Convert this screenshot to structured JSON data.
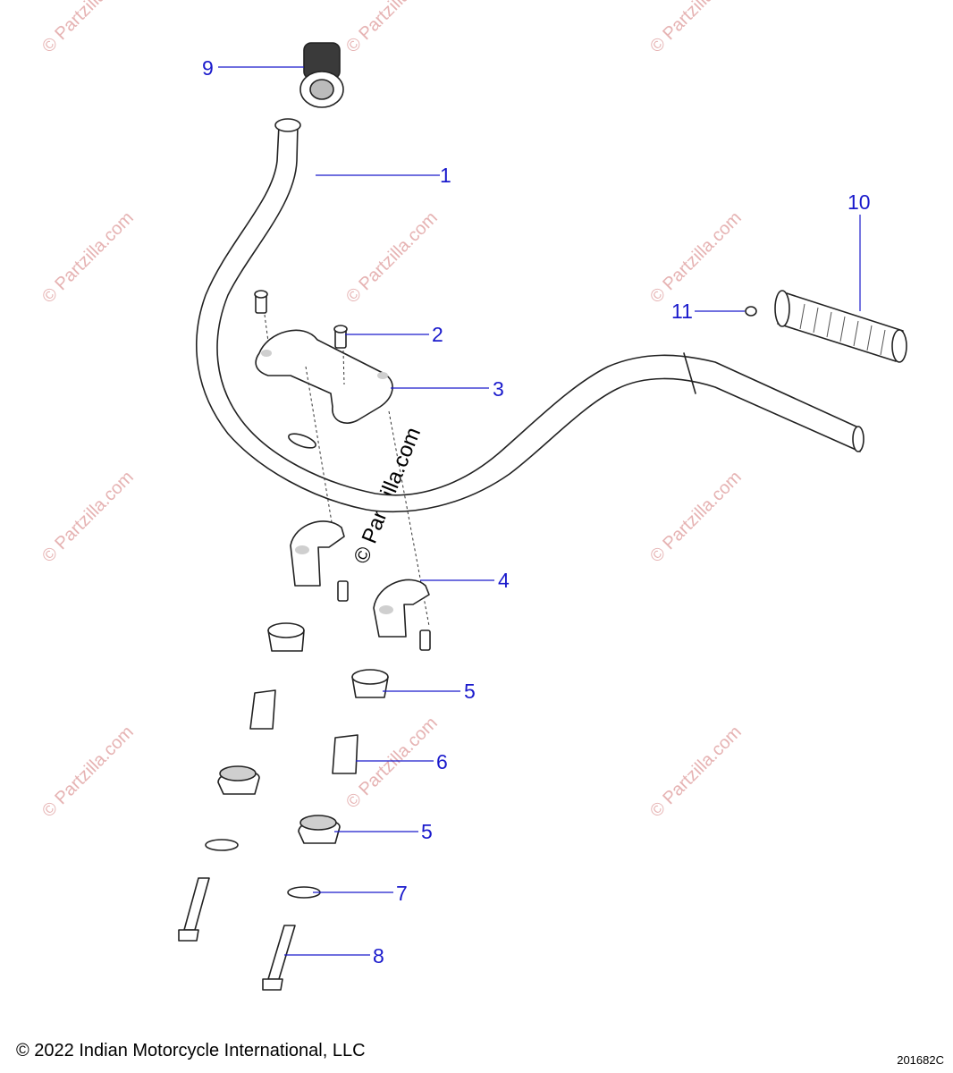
{
  "watermark": {
    "text": "© Partzilla.com",
    "main_text": "© Partzilla.com"
  },
  "callouts": [
    {
      "id": "callout-9",
      "label": "9"
    },
    {
      "id": "callout-1",
      "label": "1"
    },
    {
      "id": "callout-10",
      "label": "10"
    },
    {
      "id": "callout-11",
      "label": "11"
    },
    {
      "id": "callout-2",
      "label": "2"
    },
    {
      "id": "callout-3",
      "label": "3"
    },
    {
      "id": "callout-4",
      "label": "4"
    },
    {
      "id": "callout-5a",
      "label": "5"
    },
    {
      "id": "callout-6",
      "label": "6"
    },
    {
      "id": "callout-5b",
      "label": "5"
    },
    {
      "id": "callout-7",
      "label": "7"
    },
    {
      "id": "callout-8",
      "label": "8"
    }
  ],
  "footer": {
    "copyright": "© 2022 Indian Motorcycle International, LLC",
    "drawing_id": "201682C"
  },
  "colors": {
    "callout": "#1a1acc",
    "watermark": "#e6b3b3"
  }
}
